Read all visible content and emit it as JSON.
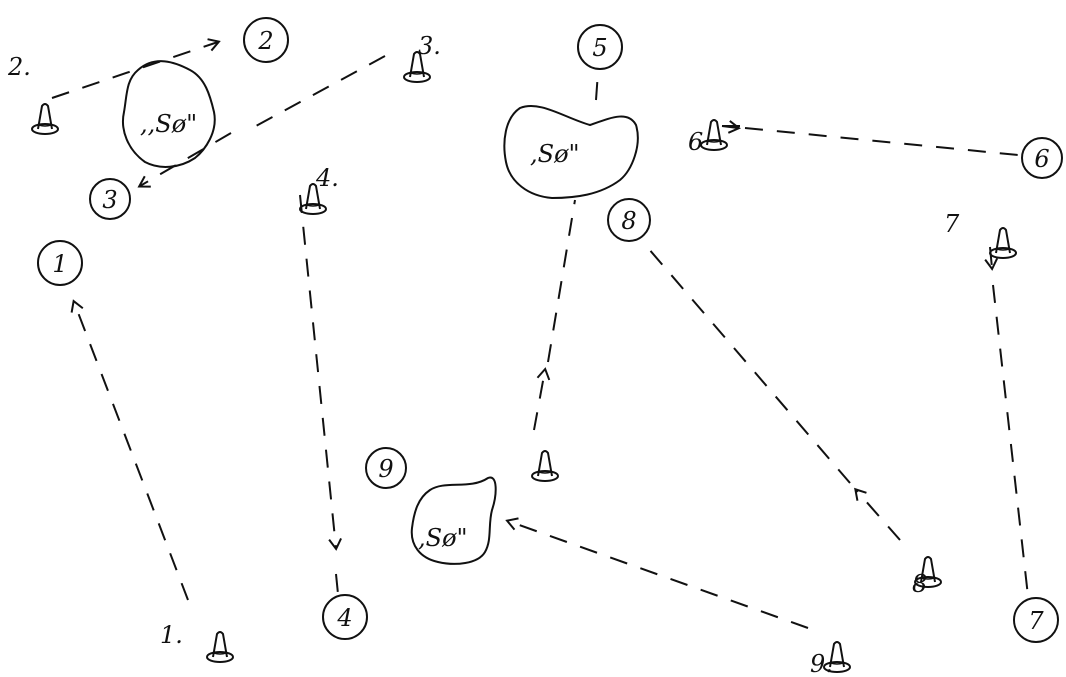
{
  "diagram": {
    "circle_labels": [
      "2",
      "3",
      "1",
      "4",
      "5",
      "6",
      "8",
      "7",
      "9"
    ],
    "cone_labels": [
      "2.",
      "3.",
      "4.",
      "1.",
      "6",
      "7",
      "8",
      "9."
    ],
    "obstacle_labels": [
      ",,Sø\"",
      ",Sø\"",
      ",Sø\""
    ],
    "colors": {
      "ink": "#111111",
      "background": "#ffffff"
    },
    "icons": [
      "cone-icon",
      "numbered-circle",
      "obstacle-blob",
      "arrow-icon"
    ]
  }
}
